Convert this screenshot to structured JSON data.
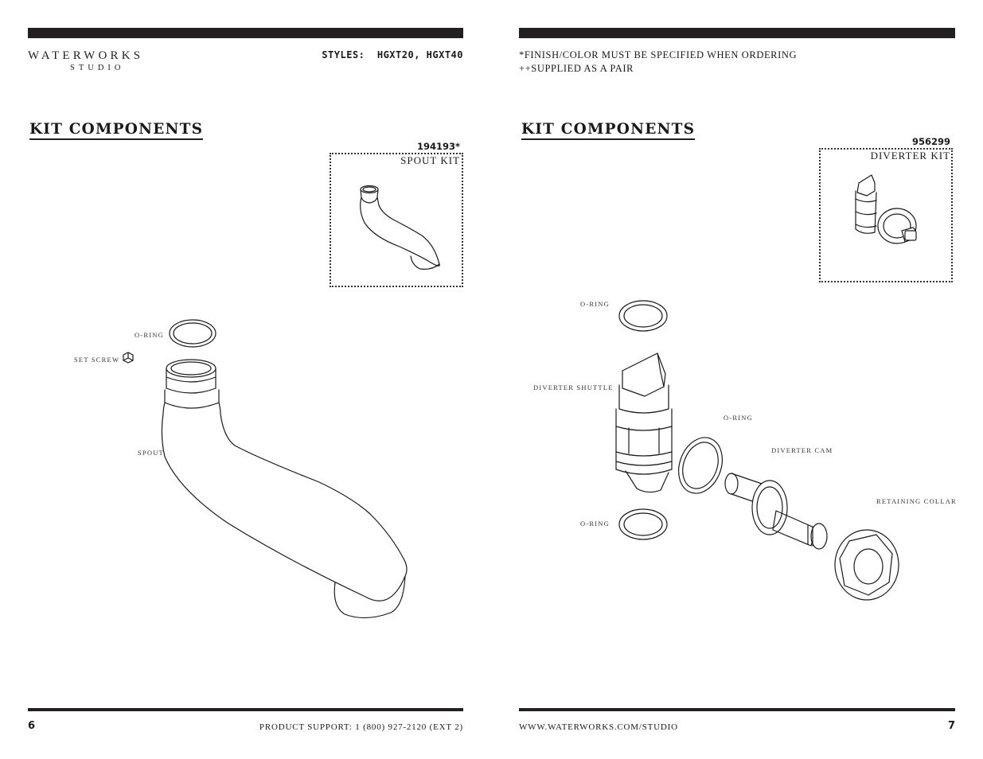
{
  "left_page": {
    "brand": {
      "name": "WATERWORKS",
      "sub": "STUDIO"
    },
    "styles_line": "STYLES:  HGXT20, HGXT40",
    "heading": "KIT COMPONENTS",
    "kit": {
      "number": "194193*",
      "name": "SPOUT KIT"
    },
    "labels": {
      "o_ring": "O-RING",
      "set_screw": "SET SCREW",
      "spout": "SPOUT"
    },
    "page_number": "6",
    "footer": "PRODUCT SUPPORT: 1 (800) 927-2120 (EXT 2)"
  },
  "right_page": {
    "notes": [
      "*FINISH/COLOR MUST BE SPECIFIED WHEN ORDERING",
      "++SUPPLIED AS A PAIR"
    ],
    "heading": "KIT COMPONENTS",
    "kit": {
      "number": "956299",
      "name": "DIVERTER KIT"
    },
    "labels": {
      "o_ring_top": "O-RING",
      "diverter_shuttle": "DIVERTER SHUTTLE",
      "o_ring_mid": "O-RING",
      "diverter_cam": "DIVERTER CAM",
      "retaining_collar": "RETAINING COLLAR",
      "o_ring_bottom": "O-RING"
    },
    "page_number": "7",
    "footer": "WWW.WATERWORKS.COM/STUDIO"
  }
}
